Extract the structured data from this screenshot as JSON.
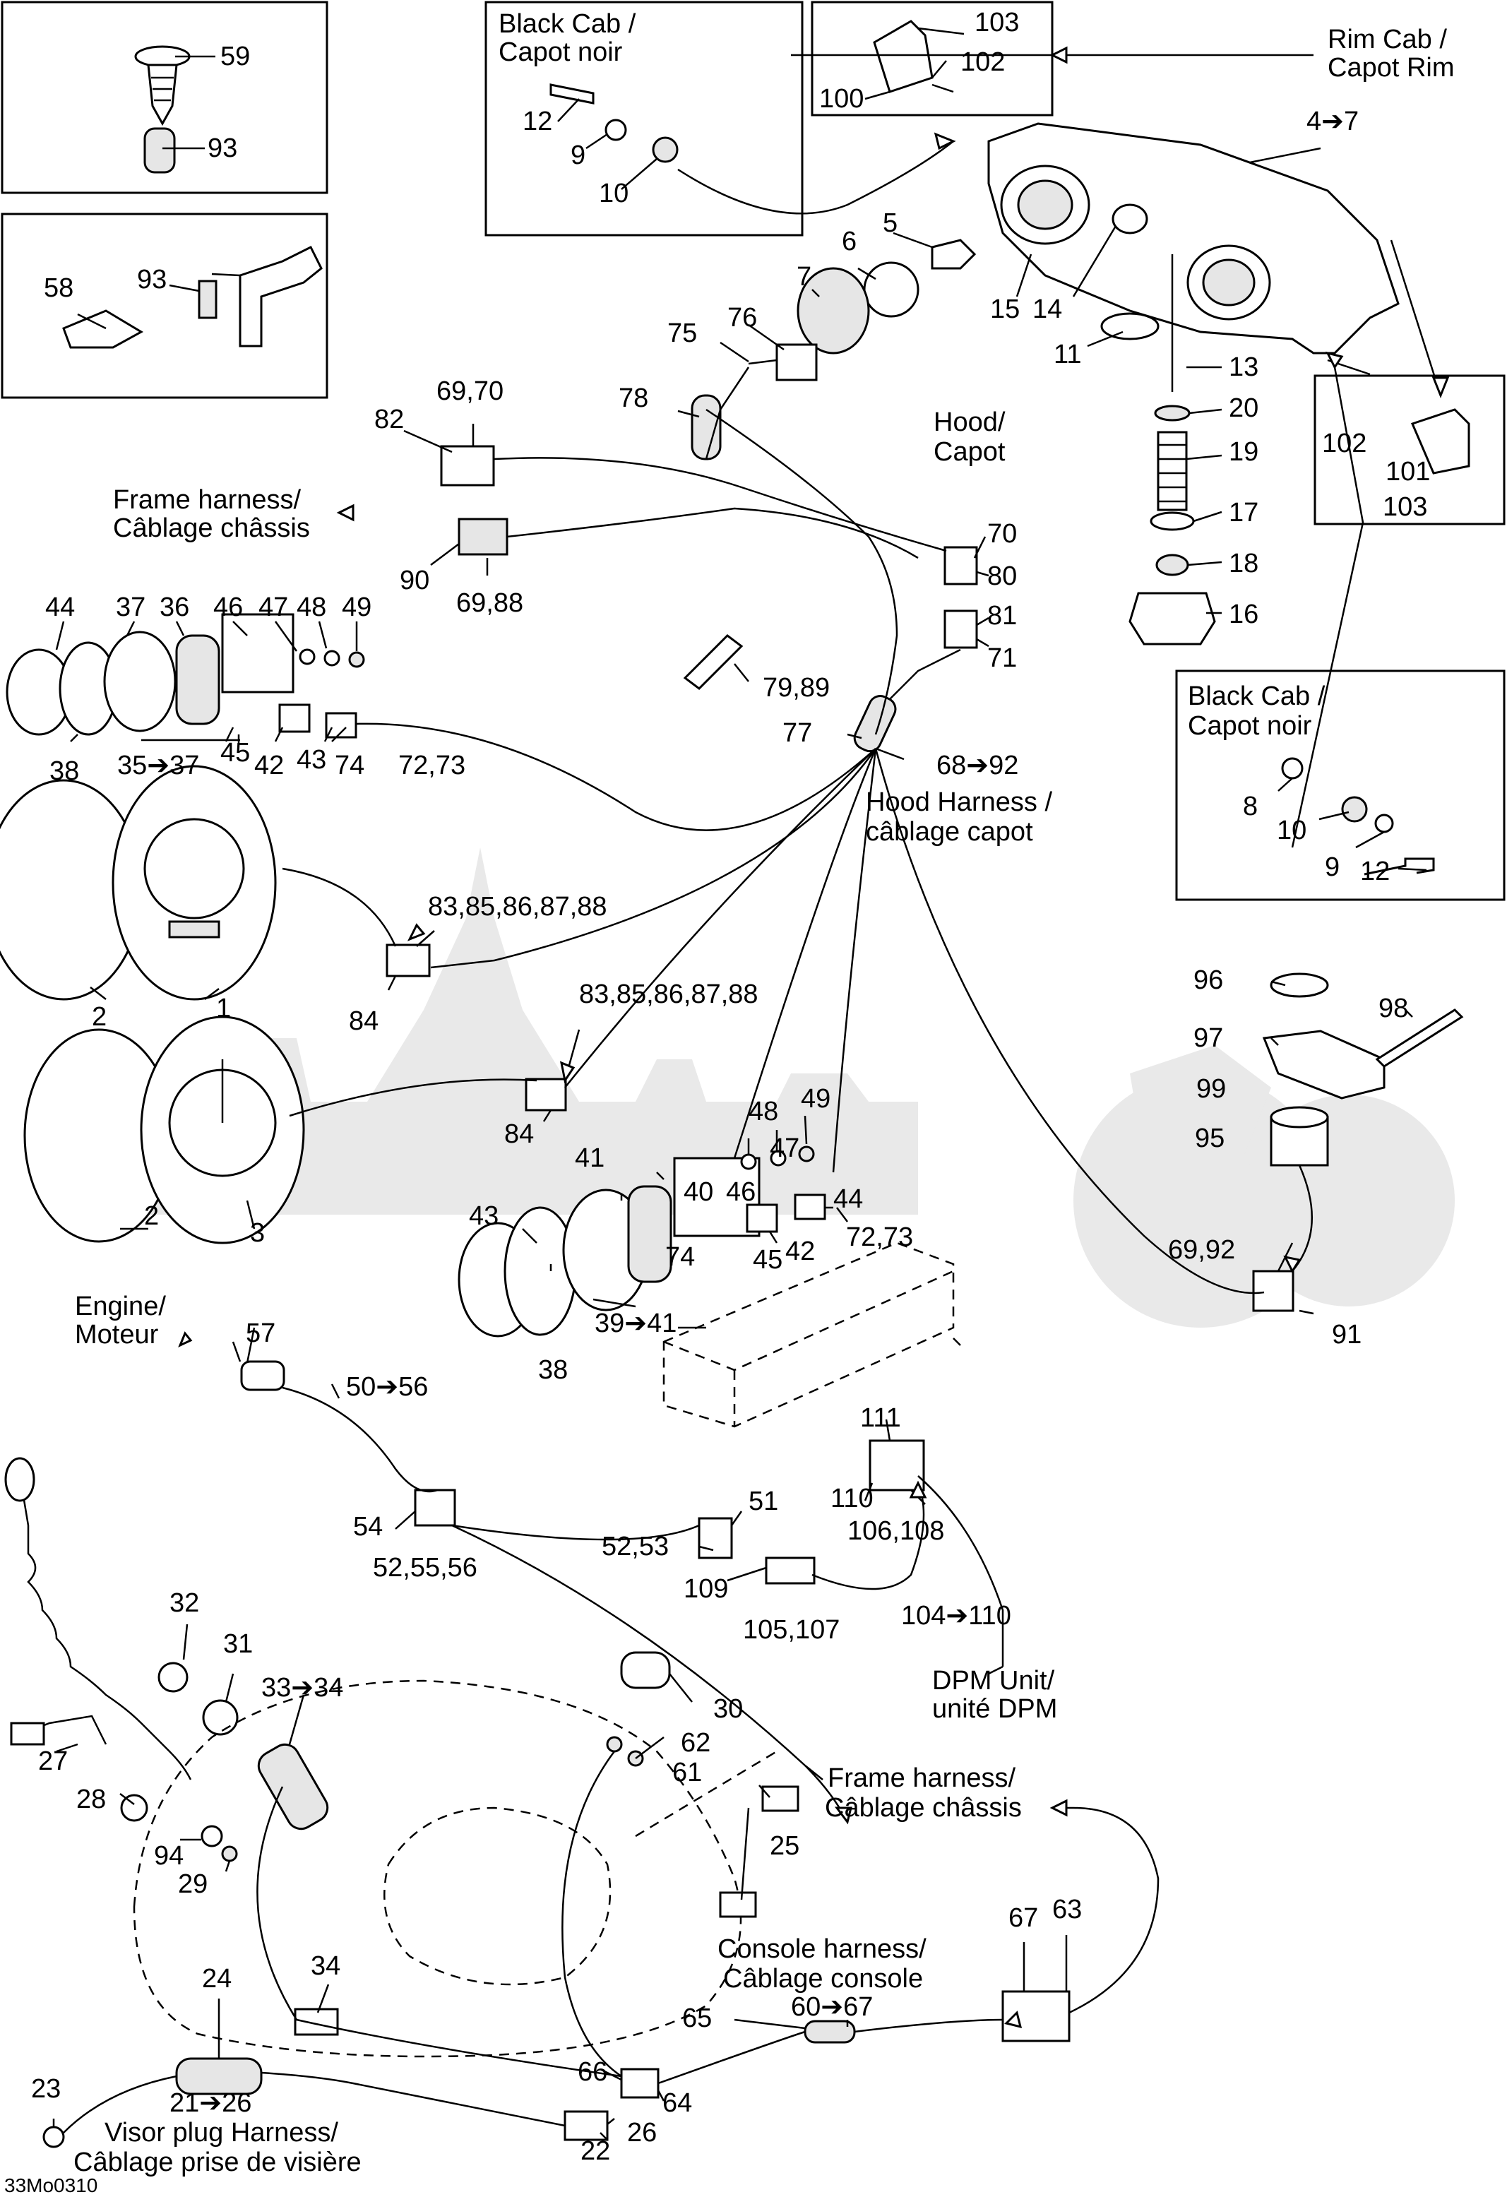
{
  "diagram_code": "33Mo0310",
  "captions": {
    "black_cab_top": [
      "Black Cab /",
      "Capot noir"
    ],
    "rim_cab": [
      "Rim Cab /",
      "Capot Rim"
    ],
    "hood": [
      "Hood/",
      "Capot"
    ],
    "frame_harness_top": [
      "Frame harness/",
      "Câblage châssis"
    ],
    "hood_harness": [
      "Hood Harness /",
      "câblage capot"
    ],
    "black_cab_right": [
      "Black Cab /",
      "Capot noir"
    ],
    "engine": [
      "Engine/",
      "Moteur"
    ],
    "dpm_unit": [
      "DPM Unit/",
      "unité DPM"
    ],
    "frame_harness_bottom": [
      "Frame harness/",
      "Câblage châssis"
    ],
    "console_harness": [
      "Console harness/",
      "Câblage console"
    ],
    "visor_plug": [
      "Visor plug Harness/",
      "Câblage prise de visière"
    ]
  },
  "callouts": [
    "59",
    "93",
    "58",
    "93",
    "12",
    "9",
    "10",
    "100",
    "103",
    "102",
    "4➔7",
    "5",
    "6",
    "7",
    "15",
    "14",
    "11",
    "13",
    "76",
    "75",
    "78",
    "82",
    "69,70",
    "70",
    "80",
    "81",
    "71",
    "90",
    "69,88",
    "79,89",
    "77",
    "68➔92",
    "20",
    "19",
    "17",
    "18",
    "16",
    "102",
    "101",
    "103",
    "8",
    "10",
    "9",
    "12",
    "44",
    "37",
    "36",
    "46",
    "47",
    "48",
    "49",
    "38",
    "35➔37",
    "45",
    "42",
    "43",
    "74",
    "72,73",
    "83,85,86,87,88",
    "84",
    "1",
    "2",
    "83,85,86,87,88",
    "84",
    "2",
    "3",
    "96",
    "97",
    "98",
    "99",
    "95",
    "48",
    "49",
    "47",
    "46",
    "40",
    "41",
    "44",
    "72,73",
    "74",
    "45",
    "42",
    "43",
    "38",
    "39➔41",
    "69,92",
    "91",
    "57",
    "50➔56",
    "111",
    "110",
    "106,108",
    "54",
    "51",
    "52,53",
    "52,55,56",
    "109",
    "105,107",
    "104➔110",
    "32",
    "31",
    "33➔34",
    "30",
    "62",
    "61",
    "27",
    "28",
    "94",
    "29",
    "25",
    "34",
    "24",
    "67",
    "63",
    "65",
    "60➔67",
    "66",
    "21➔26",
    "64",
    "23",
    "22",
    "26"
  ]
}
